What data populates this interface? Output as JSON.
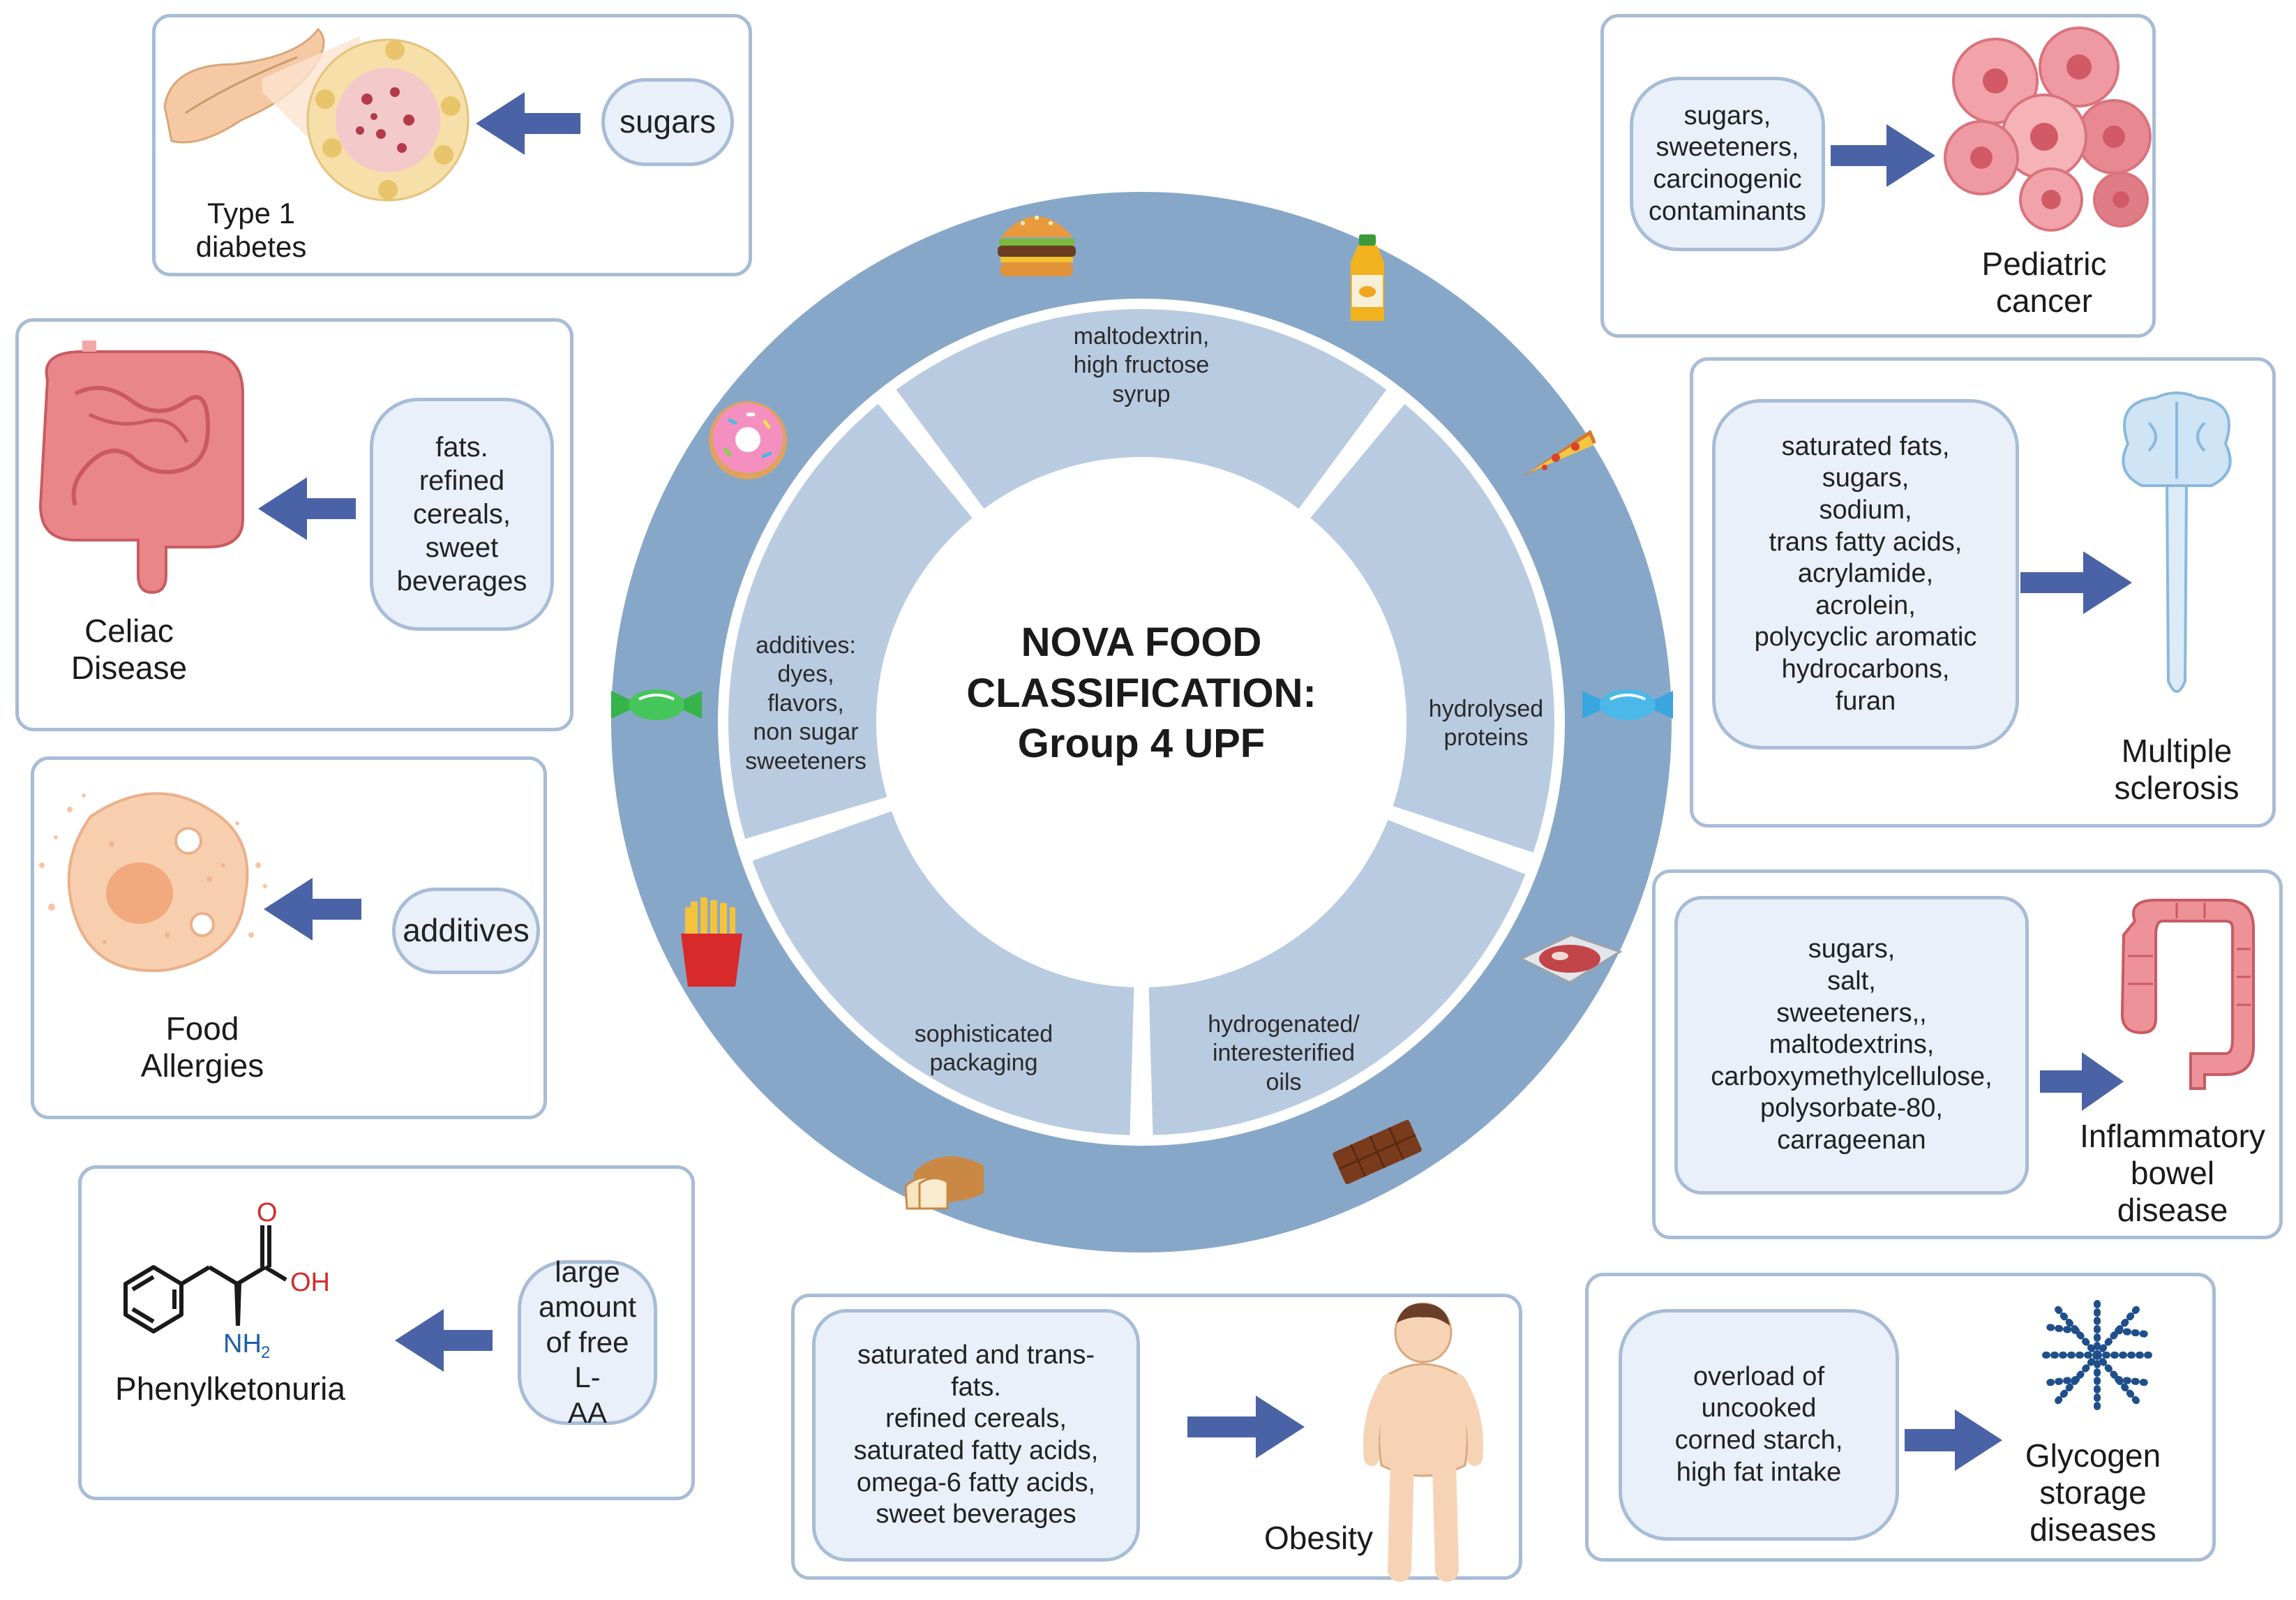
{
  "title": "NOVA FOOD\nCLASSIFICATION:\nGroup 4 UPF",
  "colors": {
    "ring_outer": "#87a7c8",
    "segment": "#b9cbe0",
    "panel_border": "#a8bcd6",
    "pill_fill": "#e9f0fa",
    "arrow": "#4a62a6"
  },
  "segments": [
    {
      "label": "maltodextrin,\nhigh fructose\nsyrup"
    },
    {
      "label": "hydrolysed\nproteins"
    },
    {
      "label": "hydrogenated/\ninteresterified\noils"
    },
    {
      "label": "sophisticated\npackaging"
    },
    {
      "label": "additives:\ndyes,\nflavors,\nnon sugar\nsweeteners"
    }
  ],
  "ring_icons": [
    "burger-icon",
    "juice-bottle-icon",
    "pizza-icon",
    "candy-icon",
    "raw-meat-icon",
    "chocolate-bar-icon",
    "bread-icon",
    "french-fries-icon",
    "wrapped-candy-icon",
    "donut-icon"
  ],
  "diseases": {
    "type1_diabetes": {
      "name": "Type 1\ndiabetes",
      "causes": "sugars",
      "icon": "pancreas-icon"
    },
    "celiac_disease": {
      "name": "Celiac\nDisease",
      "causes": "fats.\nrefined\ncereals,\nsweet\nbeverages",
      "icon": "intestine-icon"
    },
    "food_allergies": {
      "name": "Food\nAllergies",
      "causes": "additives",
      "icon": "mast-cell-icon"
    },
    "phenylketonuria": {
      "name": "Phenylketonuria",
      "causes": "large\namount\nof free L-\nAA",
      "icon": "phenylalanine-molecule-icon",
      "molecule_labels": {
        "oxygen": "O",
        "hydroxyl": "OH",
        "amine": "NH",
        "amine_sub": "2"
      }
    },
    "pediatric_cancer": {
      "name": "Pediatric\ncancer",
      "causes": "sugars,\nsweeteners,\ncarcinogenic\ncontaminants",
      "icon": "cancer-cells-icon"
    },
    "multiple_sclerosis": {
      "name": "Multiple\nsclerosis",
      "causes": "saturated fats,\nsugars,\nsodium,\ntrans fatty acids,\nacrylamide,\nacrolein,\npolycyclic aromatic\nhydrocarbons,\nfuran",
      "icon": "brain-spinal-cord-icon"
    },
    "ibd": {
      "name": "Inflammatory\nbowel\ndisease",
      "causes": "sugars,\nsalt,\nsweeteners,,\nmaltodextrins,\ncarboxymethylcellulose,\npolysorbate-80,\ncarrageenan",
      "icon": "colon-icon"
    },
    "obesity": {
      "name": "Obesity",
      "causes": "saturated and trans-\nfats.\nrefined cereals,\nsaturated fatty acids,\nomega-6 fatty acids,\nsweet beverages",
      "icon": "child-figure-icon"
    },
    "glycogen": {
      "name": "Glycogen\nstorage\ndiseases",
      "causes": "overload of\nuncooked\ncorned starch,\nhigh fat intake",
      "icon": "glycogen-icon"
    }
  }
}
